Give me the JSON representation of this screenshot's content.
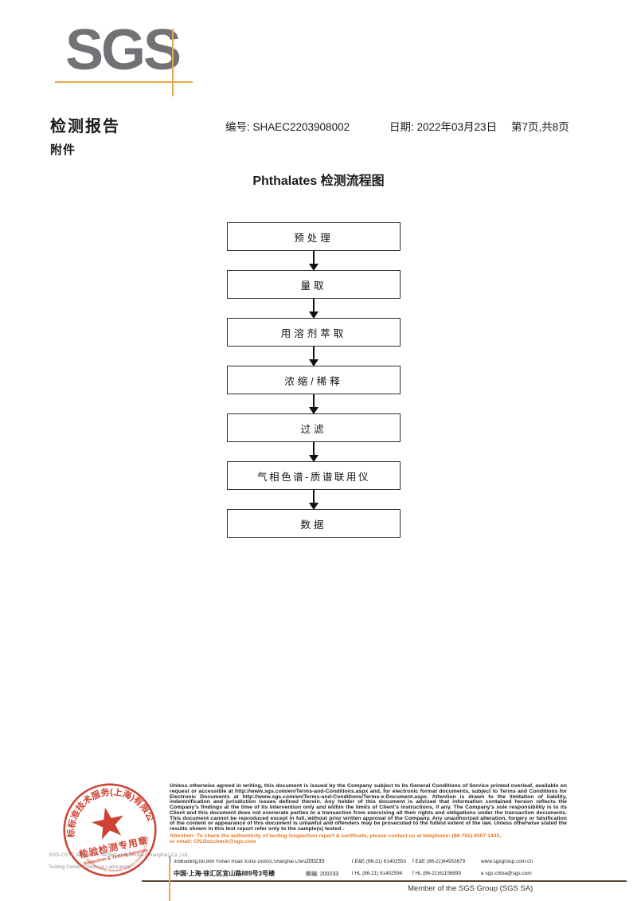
{
  "header": {
    "logo": "SGS",
    "report_title": "检测报告",
    "report_no": "编号: SHAEC2203908002",
    "date": "日期: 2022年03月23日",
    "page_info": "第7页,共8页",
    "attachment": "附件"
  },
  "flowchart": {
    "title": "Phthalates 检测流程图",
    "steps": [
      "预处理",
      "量取",
      "用溶剂萃取",
      "浓缩/稀释",
      "过滤",
      "气相色谱-质谱联用仪",
      "数据"
    ]
  },
  "stamp": {
    "ring_top": "通标标准技术服务(上海)有限公司",
    "ring_bottom": "SGS-CSTC Standards Technical Services (Shanghai) Co.,Ltd.",
    "center_line1": "检验检测专用章",
    "center_line2": "Inspection & Testing Services",
    "color": "#cc3322"
  },
  "footer": {
    "company_line1": "SGS-CSTC Standards Technical Services (Shanghai) Co.,Ltd.",
    "company_line2": "Testing Center-Chemical Laboratory",
    "disclaimer": "Unless otherwise agreed in writing, this document is issued by the Company subject to its General Conditions of Service printed overleaf, available on request or accessible at http://www.sgs.com/en/Terms-and-Conditions.aspx and, for electronic format documents, subject to Terms and Conditions for Electronic Documents at http://www.sgs.com/en/Terms-and-Conditions/Terms-e-Document.aspx. Attention is drawn to the limitation of liability, indemnification and jurisdiction issues defined therein. Any holder of this document is advised that information contained hereon reflects the Company's findings at the time of its intervention only and within the limits of Client's instructions, if any. The Company's sole responsibility is to its Client and this document does not exonerate parties to a transaction from exercising all their rights and obligations under the transaction documents. This document cannot be reproduced except in full, without prior written approval of the Company. Any unauthorized alteration, forgery or falsification of the content or appearance of this document is unlawful and offenders may be prosecuted to the fullest extent of the law. Unless otherwise stated the results shown in this test report refer only to the sample(s) tested .",
    "attention_line1": "Attention: To check the authenticity of testing /inspection report & certificate, please contact us at telephone: (86-755) 8307 1443,",
    "attention_line2": "or email: CN.Doccheck@sgs.com",
    "address_en": "3rdBuilding,No.889 Yishan Road Xuhui District,Shanghai China",
    "postcode_en": "200233",
    "tel_en": "t E&E (86-21) 61402553",
    "fax_en": "f E&E (86-21)64953679",
    "website": "www.sgsgroup.com.cn",
    "address_cn": "中国·上海·徐汇区宜山路889号3号楼",
    "postcode_cn": "邮编: 200233",
    "tel_cn": "t HL (86-21) 61402594",
    "fax_cn": "f HL (86-21)61156899",
    "email": "e  sgs.china@sgs.com",
    "member": "Member of the SGS Group (SGS SA)"
  }
}
